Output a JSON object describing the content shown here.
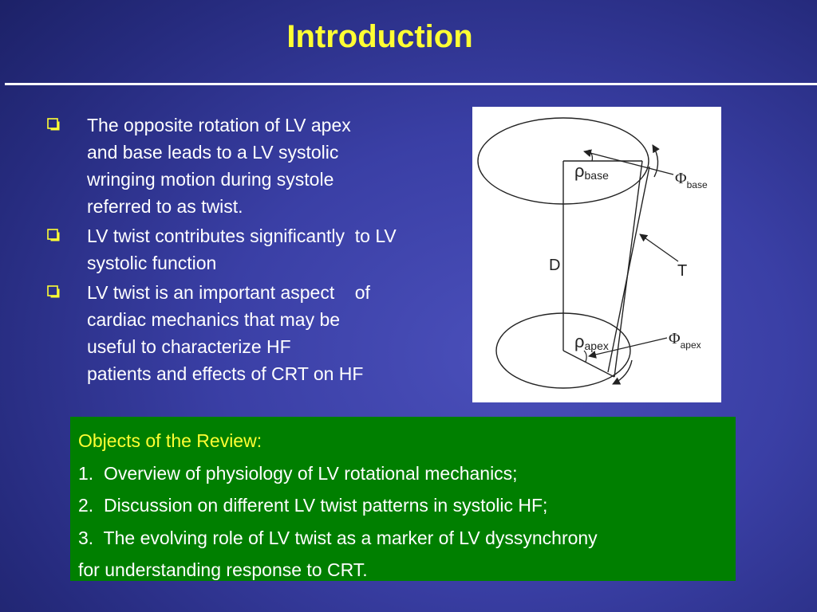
{
  "slide": {
    "title": "Introduction"
  },
  "bullets": [
    {
      "lines": [
        "The opposite rotation of LV apex",
        "and base leads to a LV systolic",
        "wringing motion during systole",
        "referred to as twist."
      ]
    },
    {
      "lines": [
        "LV twist contributes significantly  to LV",
        "systolic function"
      ]
    },
    {
      "lines": [
        "LV twist is an important aspect    of",
        "cardiac mechanics that may be",
        "useful to characterize HF",
        "patients and effects of CRT on HF"
      ]
    }
  ],
  "diagram": {
    "rho": "ρ",
    "phi": "Φ",
    "base_sub": "base",
    "apex_sub": "apex",
    "label_d": "D",
    "label_t": "T"
  },
  "review": {
    "heading": "Objects of the Review:",
    "lines": [
      "1.  Overview of physiology of LV rotational mechanics;",
      "2.  Discussion on different LV twist patterns in systolic HF;",
      "3.  The evolving role of LV twist as a marker of LV dyssynchrony",
      "for understanding response to CRT."
    ]
  },
  "colors": {
    "title": "#ffff33",
    "bullet_text": "#ffffff",
    "review_background": "#007f00",
    "review_heading": "#ffff33",
    "review_text": "#ffffff",
    "bullet_marker": "#ffff33"
  },
  "icons": {
    "bullet_marker": "hollow-square-bullet-icon"
  }
}
